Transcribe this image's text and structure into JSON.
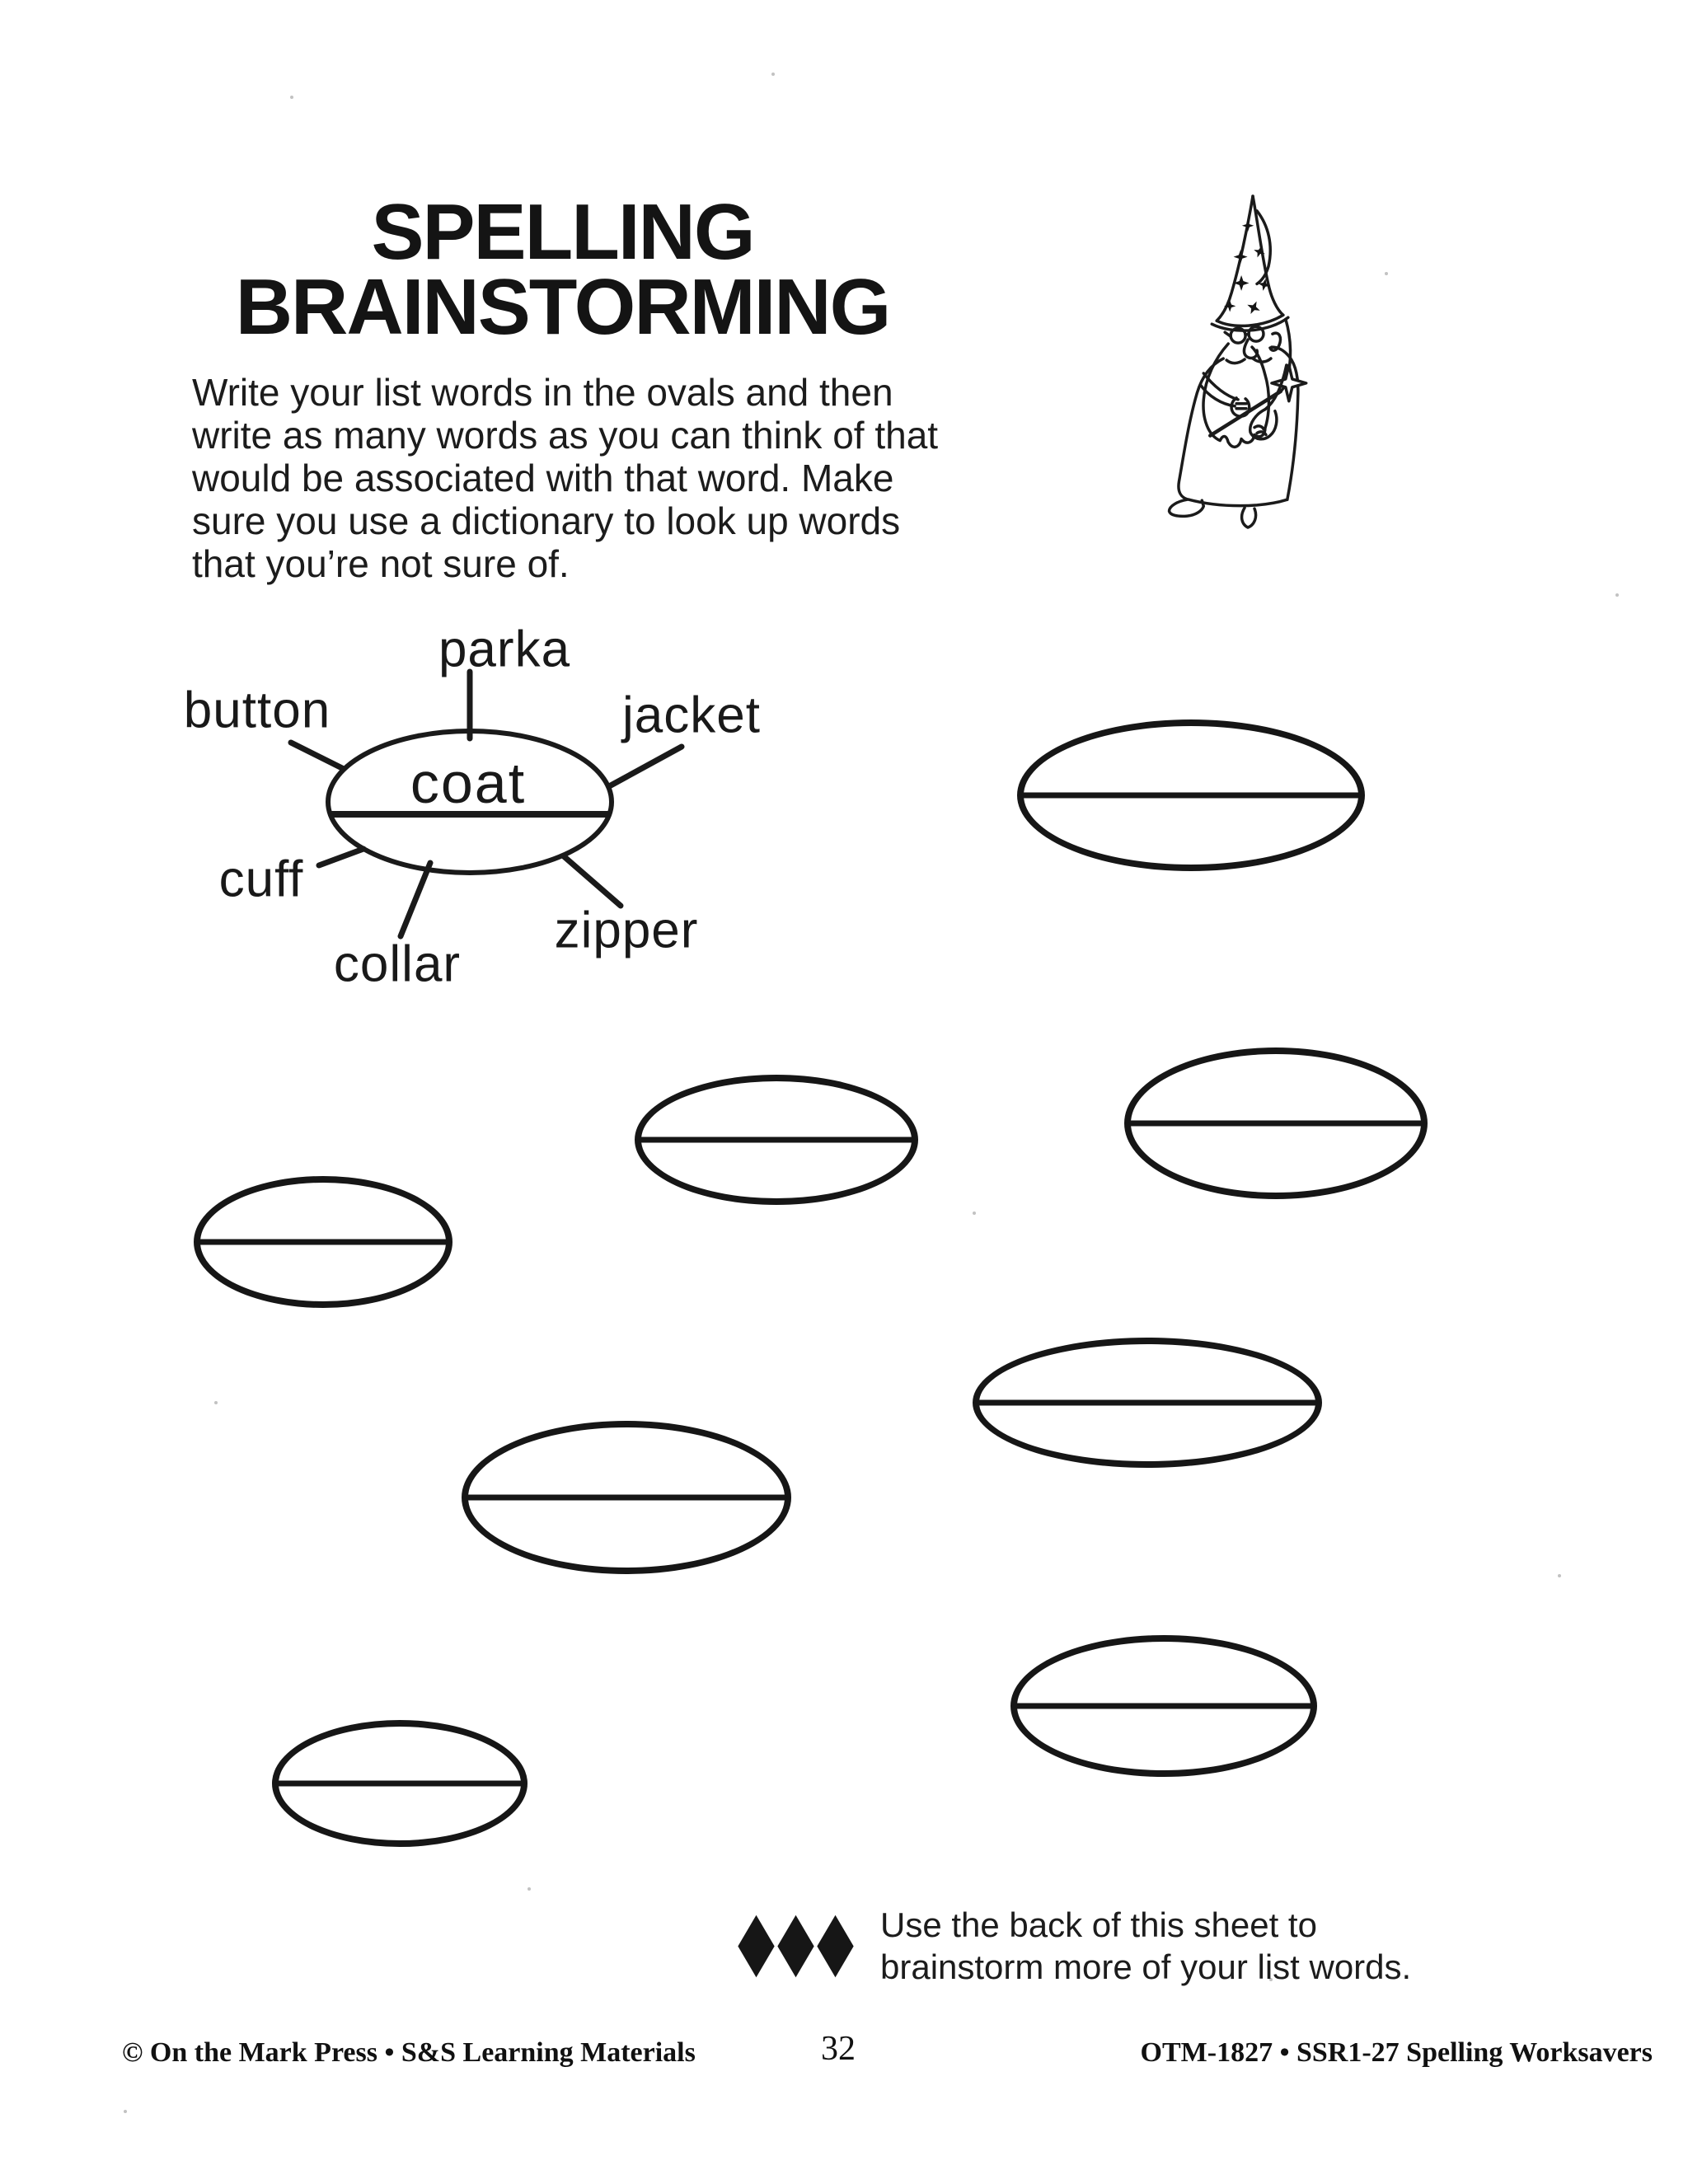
{
  "page": {
    "title_line1": "SPELLING",
    "title_line2": "BRAINSTORMING",
    "instructions_lines": [
      "Write your list words in the ovals and then",
      "write as many words as you can think of that",
      "would be associated with that word. Make",
      "sure you use a dictionary to look up words",
      "that you’re not sure of."
    ],
    "note_line1": "Use the back of this sheet to",
    "note_line2": "brainstorm more of your list words.",
    "footer_left": "© On the Mark Press • S&S Learning Materials",
    "footer_page_number": "32",
    "footer_right": "OTM-1827 • SSR1-27 Spelling Worksavers"
  },
  "example": {
    "center_word": "coat",
    "satellites": [
      {
        "label": "parka"
      },
      {
        "label": "button"
      },
      {
        "label": "jacket"
      },
      {
        "label": "cuff"
      },
      {
        "label": "collar"
      },
      {
        "label": "zipper"
      }
    ]
  },
  "empty_ovals_count": 8,
  "icons": {
    "note_bullet": "three-diamonds-icon",
    "illustration": "wizard-with-wand"
  },
  "colors": {
    "ink": "#161616",
    "paper": "#ffffff"
  }
}
